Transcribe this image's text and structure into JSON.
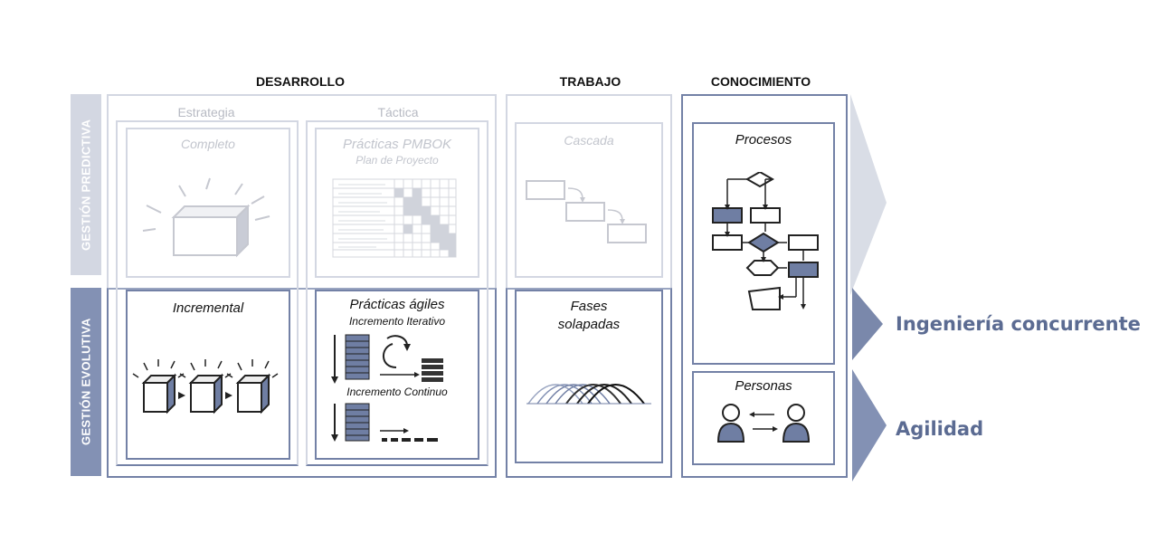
{
  "headers": {
    "desarrollo": "DESARROLLO",
    "trabajo": "TRABAJO",
    "conocimiento": "CONOCIMIENTO"
  },
  "rows": {
    "predictiva": "GESTIÓN PREDICTIVA",
    "evolutiva": "GESTIÓN EVOLUTIVA"
  },
  "sub_headers": {
    "estrategia": "Estrategia",
    "tactica": "Táctica"
  },
  "cells": {
    "completo": "Completo",
    "practicas_pmbok": "Prácticas PMBOK",
    "plan_proyecto": "Plan de Proyecto",
    "cascada": "Cascada",
    "incremental": "Incremental",
    "practicas_agiles": "Prácticas ágiles",
    "incremento_iterativo": "Incremento Iterativo",
    "incremento_continuo": "Incremento Continuo",
    "fases_line1": "Fases",
    "fases_line2": "solapadas",
    "procesos": "Procesos",
    "personas": "Personas"
  },
  "outcomes": {
    "ingenieria": "Ingeniería concurrente",
    "agilidad": "Agilidad"
  },
  "colors": {
    "accent_dark": "#6f7ea3",
    "accent_mid": "#8391b4",
    "accent_light": "#d3d7e2",
    "predictive_gray": "#c9ccd6",
    "outcome_text": "#5b6b92"
  }
}
